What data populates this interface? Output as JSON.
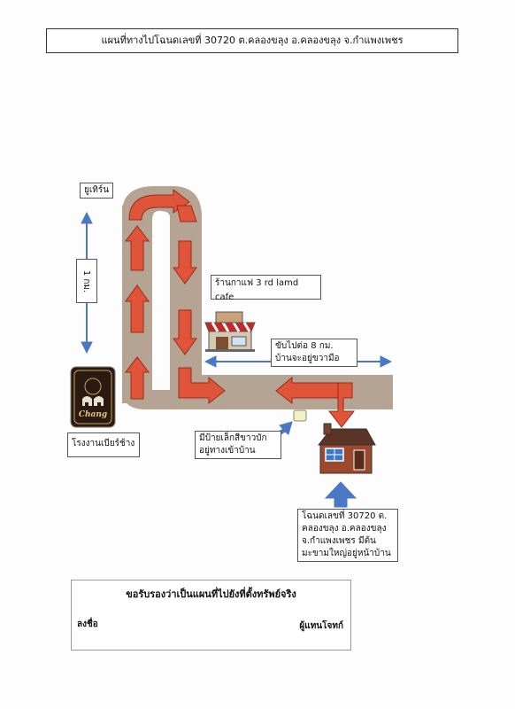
{
  "title": "แผนที่ทางไปโฉนดเลขที่ 30720 ต.คลองขลุง อ.คลองขลุง จ.กำแพงเพชร",
  "labels": {
    "uturn": "ยูเทิร์น",
    "distance_1km": "1 กม.",
    "cafe": "ร้านกาแฟ 3 rd lamd cafe",
    "continue_line1": "ขับไปต่อ 8 กม.",
    "continue_line2": "บ้านจะอยู่ขวามือ",
    "brewery": "โรงงานเบียร์ช้าง",
    "sign_line1": "มีป้ายเล็กสีขาวบัก",
    "sign_line2": "อยู่ทางเข้าบ้าน",
    "deed_line1": "โฉนดเลขที่ 30720 ต.",
    "deed_line2": "คลองขลุง อ.คลองขลุง",
    "deed_line3": "จ.กำแพงเพชร มีต้น",
    "deed_line4": "มะขามใหญ่อยู่หน้าบ้าน",
    "logo_text": "Chang"
  },
  "certification": {
    "text": "ขอรับรองว่าเป็นแผนที่ไปยังที่ตั้งทรัพย์จริง",
    "sign_label": "ลงชื่อ",
    "representative": "ผู้แทนโจทก์"
  },
  "colors": {
    "road": "#b5a394",
    "arrow": "#e0553a",
    "arrow_stroke": "#9b2a1a",
    "blue": "#4a78c4",
    "house": "#9b4a2e",
    "roof": "#5a3426"
  }
}
